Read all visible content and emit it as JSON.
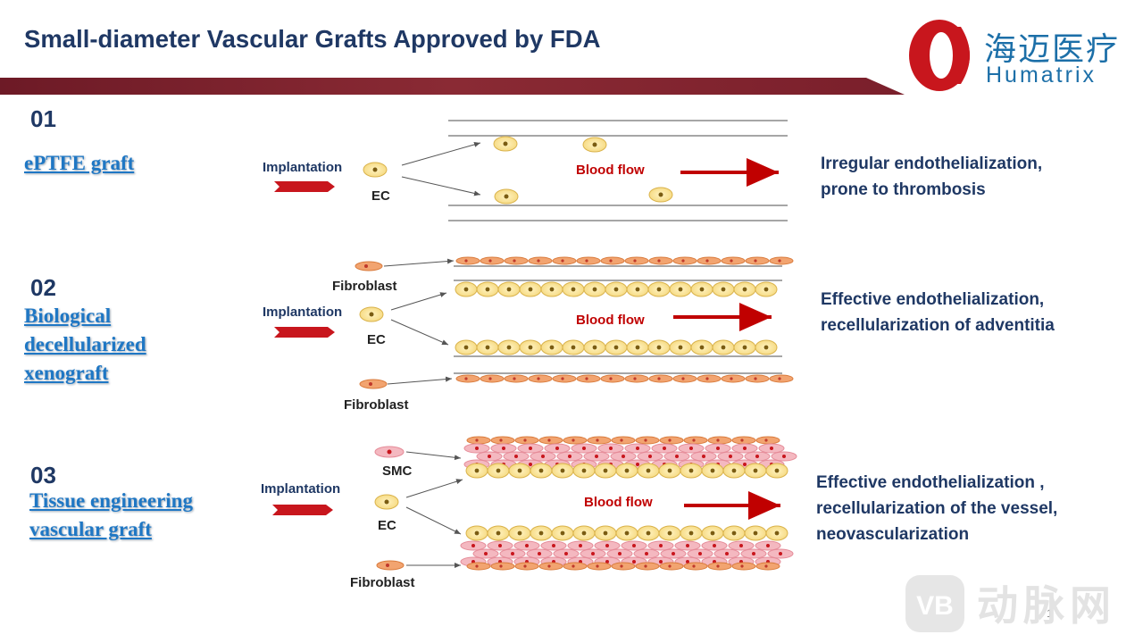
{
  "header": {
    "title": "Small-diameter Vascular Grafts Approved by FDA"
  },
  "logo": {
    "name_cn": "海迈医疗",
    "name_en": "Humatrix"
  },
  "sections": [
    {
      "number": "01",
      "graft": "ePTFE graft",
      "implantation": "Implantation",
      "cells": [
        "EC"
      ],
      "flow": "Blood flow",
      "result": [
        "Irregular endothelialization,",
        "prone to thrombosis"
      ]
    },
    {
      "number": "02",
      "graft": [
        "Biological",
        "decellularized",
        "xenograft"
      ],
      "implantation": "Implantation",
      "cells": [
        "Fibroblast",
        "EC",
        "Fibroblast"
      ],
      "flow": "Blood flow",
      "result": [
        "Effective endothelialization,",
        "recellularization of adventitia"
      ]
    },
    {
      "number": "03",
      "graft": [
        "Tissue engineering",
        "vascular graft"
      ],
      "implantation": "Implantation",
      "cells": [
        "SMC",
        "EC",
        "Fibroblast"
      ],
      "flow": "Blood flow",
      "result": [
        "Effective endothelialization ,",
        "recellularization of the vessel,",
        "neovascularization"
      ]
    }
  ],
  "page_number": "1",
  "watermark": {
    "text": "动脉网"
  },
  "colors": {
    "title": "#1f3864",
    "banner": "#7a1f2b",
    "arrow": "#c00000",
    "link": "#1f77c4",
    "ec_fill": "#f8e6a0",
    "fibroblast": "#f2a470",
    "smc": "#f4b8c0"
  }
}
